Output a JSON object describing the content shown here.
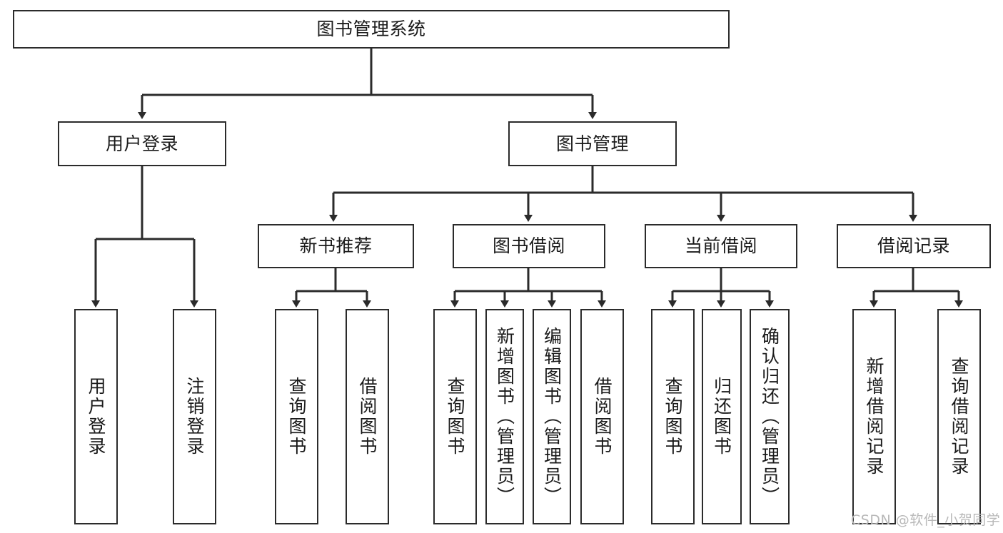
{
  "diagram": {
    "title": "图书管理系统",
    "type": "tree-hierarchy-diagram",
    "root": {
      "label": "图书管理系统"
    },
    "level1": [
      {
        "label": "用户登录"
      },
      {
        "label": "图书管理"
      }
    ],
    "level2": [
      {
        "label": "新书推荐"
      },
      {
        "label": "图书借阅"
      },
      {
        "label": "当前借阅"
      },
      {
        "label": "借阅记录"
      }
    ],
    "leaves": {
      "user_login": [
        {
          "label": "用户登录"
        },
        {
          "label": "注销登录"
        }
      ],
      "new_book_recommend": [
        {
          "label": "查询图书"
        },
        {
          "label": "借阅图书"
        }
      ],
      "book_borrow": [
        {
          "label": "查询图书"
        },
        {
          "label": "新增图书（管理员）"
        },
        {
          "label": "编辑图书（管理员）"
        },
        {
          "label": "借阅图书"
        }
      ],
      "current_borrow": [
        {
          "label": "查询图书"
        },
        {
          "label": "归还图书"
        },
        {
          "label": "确认归还（管理员）"
        }
      ],
      "borrow_record": [
        {
          "label": "新增借阅记录"
        },
        {
          "label": "查询借阅记录"
        }
      ]
    }
  },
  "watermark": {
    "text": "CSDN @软件_小贺同学"
  },
  "colors": {
    "stroke": "#2b2b2b",
    "background": "#ffffff",
    "text": "#1a1a1a",
    "watermark": "#b8b8b8"
  }
}
